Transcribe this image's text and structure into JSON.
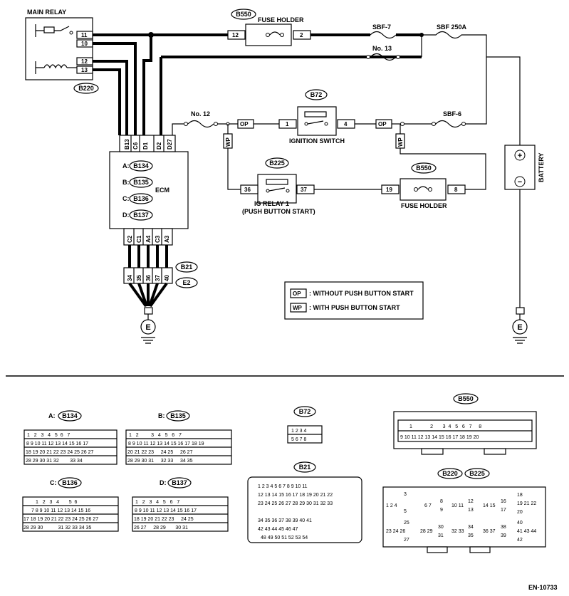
{
  "relay": {
    "title": "MAIN RELAY",
    "code": "B220",
    "pins": [
      "11",
      "10",
      "12",
      "13"
    ]
  },
  "fuse_holder_top": {
    "code": "B550",
    "title": "FUSE HOLDER",
    "pin_left": "12",
    "pin_right": "2"
  },
  "fuses": {
    "sbf7": "SBF-7",
    "sbf250": "SBF 250A",
    "no13": "No. 13",
    "no12": "No. 12",
    "sbf6": "SBF-6"
  },
  "ecm": {
    "title": "ECM",
    "top_pins": [
      "B13",
      "C6",
      "D1",
      "D2",
      "D27"
    ],
    "bottom_pins": [
      "C2",
      "C1",
      "A4",
      "C3",
      "A3"
    ],
    "connectors": [
      {
        "letter": "A:",
        "code": "B134"
      },
      {
        "letter": "B:",
        "code": "B135"
      },
      {
        "letter": "C:",
        "code": "B136"
      },
      {
        "letter": "D:",
        "code": "B137"
      }
    ]
  },
  "ignition": {
    "code": "B72",
    "title": "IGNITION SWITCH",
    "pin_left": "1",
    "pin_right": "4"
  },
  "markers": {
    "op": "OP",
    "wp": "WP"
  },
  "ig_relay": {
    "code": "B225",
    "title1": "IG RELAY 1",
    "title2": "(PUSH BUTTON START)",
    "pin_left": "36",
    "pin_right": "37"
  },
  "fuse_holder_mid": {
    "code": "B550",
    "title": "FUSE HOLDER",
    "pin_left": "19",
    "pin_right": "8"
  },
  "battery": {
    "title": "BATTERY",
    "plus": "+",
    "minus": "−"
  },
  "ground_conn": {
    "code1": "B21",
    "code2": "E2",
    "pins": [
      "34",
      "35",
      "36",
      "37",
      "40"
    ]
  },
  "ground": {
    "symbol": "E"
  },
  "legend": {
    "op": "OP",
    "op_text": ": WITHOUT PUSH BUTTON START",
    "wp": "WP",
    "wp_text": ": WITH PUSH BUTTON START"
  },
  "connector_faces": {
    "b134": {
      "letter": "A:",
      "code": "B134"
    },
    "b135": {
      "letter": "B:",
      "code": "B135"
    },
    "b136": {
      "letter": "C:",
      "code": "B136"
    },
    "b137": {
      "letter": "D:",
      "code": "B137"
    },
    "b72": {
      "code": "B72"
    },
    "b21": {
      "code": "B21"
    },
    "b550": {
      "code": "B550"
    },
    "b220": {
      "code": "B220"
    },
    "b225": {
      "code": "B225"
    }
  },
  "footer": {
    "code": "EN-10733"
  }
}
